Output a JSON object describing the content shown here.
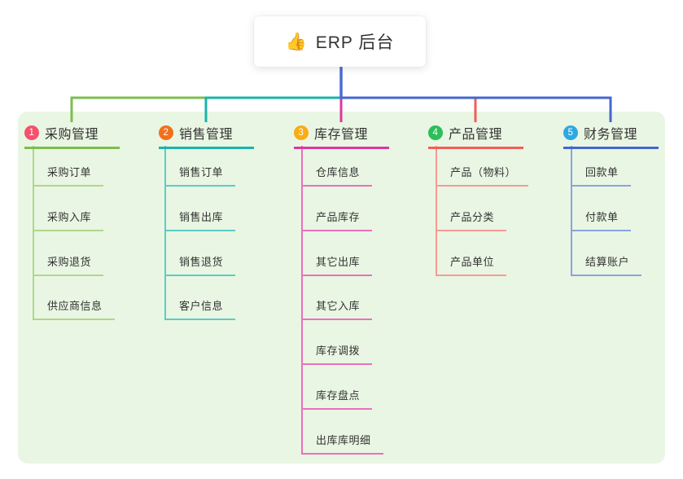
{
  "root": {
    "title": "ERP 后台",
    "icon": "👍",
    "icon_name": "thumbs-up-icon"
  },
  "branches": [
    {
      "index": "1",
      "label": "采购管理",
      "badge_color": "#F4516C",
      "color": "#7CBE4E",
      "light_color": "#AFD78A",
      "children": [
        "采购订单",
        "采购入库",
        "采购退货",
        "供应商信息"
      ]
    },
    {
      "index": "2",
      "label": "销售管理",
      "badge_color": "#F2701D",
      "color": "#18B4AC",
      "light_color": "#5BCCC6",
      "children": [
        "销售订单",
        "销售出库",
        "销售退货",
        "客户信息"
      ]
    },
    {
      "index": "3",
      "label": "库存管理",
      "badge_color": "#F9AC16",
      "color": "#D9399E",
      "light_color": "#EC6FBE",
      "children": [
        "仓库信息",
        "产品库存",
        "其它出库",
        "其它入库",
        "库存调拨",
        "库存盘点",
        "出库库明细"
      ]
    },
    {
      "index": "4",
      "label": "产品管理",
      "badge_color": "#2DBD59",
      "color": "#F25E58",
      "light_color": "#F79A96",
      "children": [
        "产品（物料）",
        "产品分类",
        "产品单位"
      ]
    },
    {
      "index": "5",
      "label": "财务管理",
      "badge_color": "#2FA8E1",
      "color": "#4467CE",
      "light_color": "#8BA3DE",
      "children": [
        "回款单",
        "付款单",
        "结算账户"
      ]
    }
  ],
  "colors": {
    "page_bg": "#FFFFFF",
    "panel_bg": "#E9F6E3",
    "root_stub": "#4A6BD2",
    "text": "#333333"
  }
}
